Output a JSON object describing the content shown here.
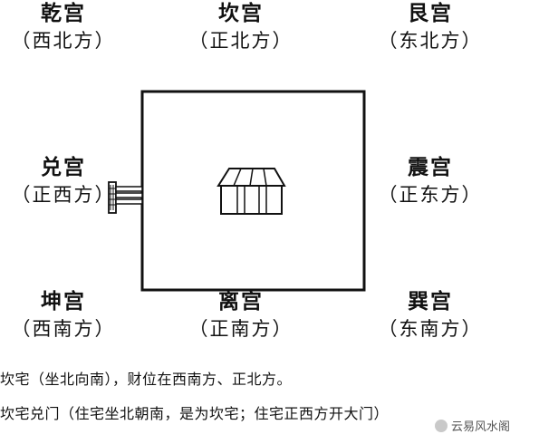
{
  "palaces": {
    "qian": {
      "name": "乾宫",
      "direction": "（西北方）"
    },
    "kan": {
      "name": "坎宫",
      "direction": "（正北方）"
    },
    "gen": {
      "name": "艮宫",
      "direction": "（东北方）"
    },
    "dui": {
      "name": "兑宫",
      "direction": "（正西方）"
    },
    "zhen": {
      "name": "震宫",
      "direction": "（正东方）"
    },
    "kun": {
      "name": "坤宫",
      "direction": "（西南方）"
    },
    "li": {
      "name": "离宫",
      "direction": "（正南方）"
    },
    "xun": {
      "name": "巽宫",
      "direction": "（东南方）"
    }
  },
  "captions": {
    "line1": "坎宅（坐北向南），财位在西南方、正北方。",
    "line2": "坎宅兑门（住宅坐北朝南，是为坎宅；住宅正西方开大门）"
  },
  "watermark": "云易风水阁"
}
